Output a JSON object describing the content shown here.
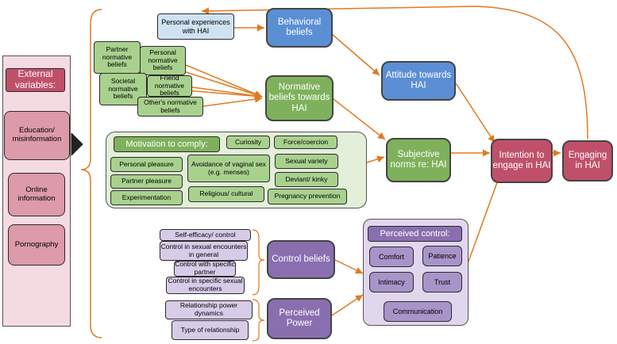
{
  "external": {
    "title": "External variables:",
    "items": [
      "Education/ misinformation",
      "Online information",
      "Pornography"
    ]
  },
  "personal_experiences": "Personal experiences with HAI",
  "behavioral_beliefs": "Behavioral beliefs",
  "normative_sources": {
    "partner": "Partner normative beliefs",
    "personal": "Personal normative beliefs",
    "societal": "Societal normative beliefs",
    "friend": "Friend normative beliefs",
    "others": "Other's normative beliefs"
  },
  "normative_beliefs": "Normative beliefs towards HAI",
  "attitude": "Attitude towards HAI",
  "motivation": {
    "title": "Motivation to comply:",
    "items": {
      "curiosity": "Curiosity",
      "force": "Force/coercion",
      "personal_pleasure": "Personal pleasure",
      "avoidance": "Avoidance of vaginal sex (e.g. menses)",
      "sexual_variety": "Sexual variety",
      "partner_pleasure": "Partner pleasure",
      "deviant": "Deviant/ kinky",
      "experimentation": "Experimentation",
      "religious": "Religious/ cultural",
      "pregnancy": "Pregnancy prevention"
    }
  },
  "subjective_norms": "Subjective norms re: HAI",
  "intention": "Intention to engage in HAI",
  "engaging": "Engaging in HAI",
  "control_items": {
    "self_efficacy": "Self-efficacy/ control",
    "sexual_general": "Control in sexual encounters in general",
    "specific_partner": "Control with specific partner",
    "specific_encounters": "Control in specific sexual encounters"
  },
  "control_beliefs": "Control beliefs",
  "power_items": {
    "dynamics": "Relationship power dynamics",
    "type": "Type of relationship"
  },
  "perceived_power": "Perceived Power",
  "perceived_control": {
    "title": "Perceived control:",
    "items": {
      "comfort": "Comfort",
      "patience": "Patience",
      "intimacy": "Intimacy",
      "trust": "Trust",
      "communication": "Communication"
    }
  },
  "colors": {
    "arrow": "#e07a1f",
    "red_node": "#c0506a",
    "blue_node": "#5b8fd4",
    "green_node": "#7fb15c",
    "purple_node": "#8a6fb0"
  }
}
